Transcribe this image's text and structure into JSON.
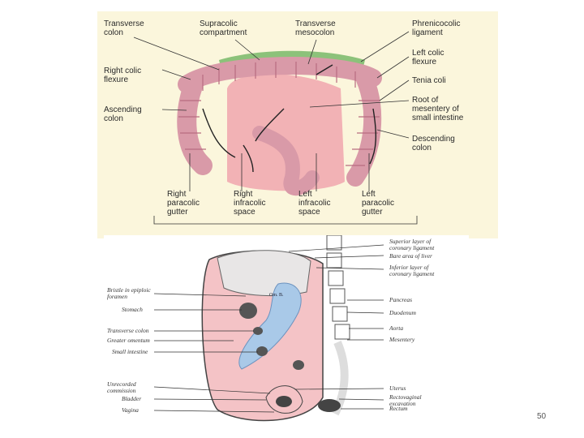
{
  "top_labels": {
    "transverse_colon": "Transverse\ncolon",
    "supracolic": "Supracolic\ncompartment",
    "transverse_mesocolon": "Transverse\nmesocolon",
    "phrenicocolic": "Phrenicocolic\nligament",
    "right_colic": "Right colic\nflexure",
    "left_colic": "Left colic\nflexure",
    "tenia_coli": "Tenia coli",
    "ascending": "Ascending\ncolon",
    "root_mesentery": "Root of\nmesentery of\nsmall intestine",
    "descending": "Descending\ncolon",
    "right_paracolic": "Right\nparacolic\ngutter",
    "right_infracolic": "Right\ninfracolic\nspace",
    "left_infracolic": "Left\ninfracolic\nspace",
    "left_paracolic": "Left\nparacolic\ngutter"
  },
  "bottom_labels": {
    "superior_layer": "Superior layer of\ncoronary ligament",
    "bare_area": "Bare area of liver",
    "inferior_layer": "Inferior layer of\ncoronary ligament",
    "bristle": "Bristle in epiploic\nforamen",
    "stomach": "Stomach",
    "pancreas": "Pancreas",
    "duodenum": "Duodenum",
    "transverse_colon": "Transverse colon",
    "aorta": "Aorta",
    "greater_omentum": "Greater omentum",
    "mesentery": "Mesentery",
    "small_intestine": "Small intestine",
    "urachal": "Unrecorded\ncommission",
    "bladder": "Bladder",
    "uterus": "Uterus",
    "rectouterine": "Rectovaginal\nexcavation",
    "vagina": "Vagina",
    "rectum": "Rectum",
    "omental_bursa": "Om. B."
  },
  "page_number": "50"
}
